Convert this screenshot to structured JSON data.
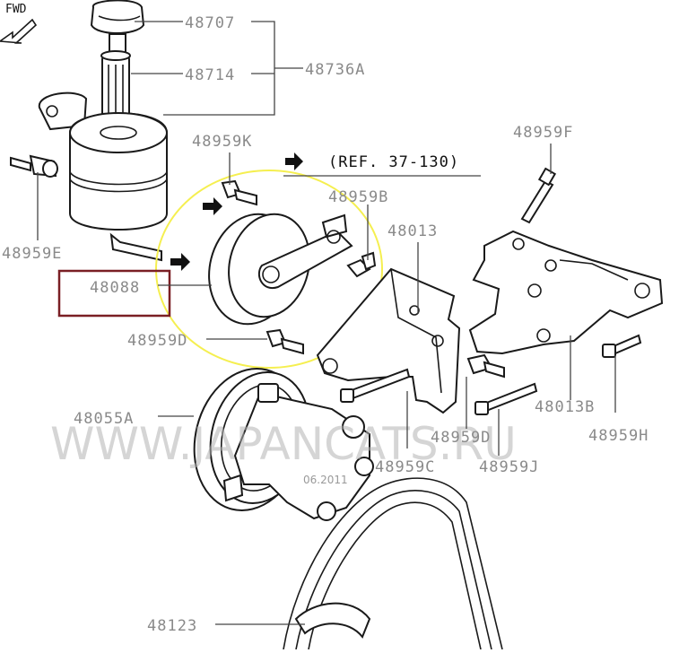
{
  "direction_label": "FWD",
  "reference_note": "(REF. 37-130)",
  "watermark": "WWW.JAPANCATS.RU",
  "date_stamp": "06.2011",
  "highlight_color": "#f5ef50",
  "selection_box_color": "#7a1f24",
  "selected_part": "48088",
  "parts": {
    "p48707": "48707",
    "p48714": "48714",
    "p48736a": "48736A",
    "p48959k": "48959K",
    "p48959f": "48959F",
    "p48959b": "48959B",
    "p48013": "48013",
    "p48959e": "48959E",
    "p48088": "48088",
    "p48959d_left": "48959D",
    "p48013b": "48013B",
    "p48055a": "48055A",
    "p48959h": "48959H",
    "p48959d_right": "48959D",
    "p48959c": "48959C",
    "p48959j": "48959J",
    "p48123": "48123"
  }
}
